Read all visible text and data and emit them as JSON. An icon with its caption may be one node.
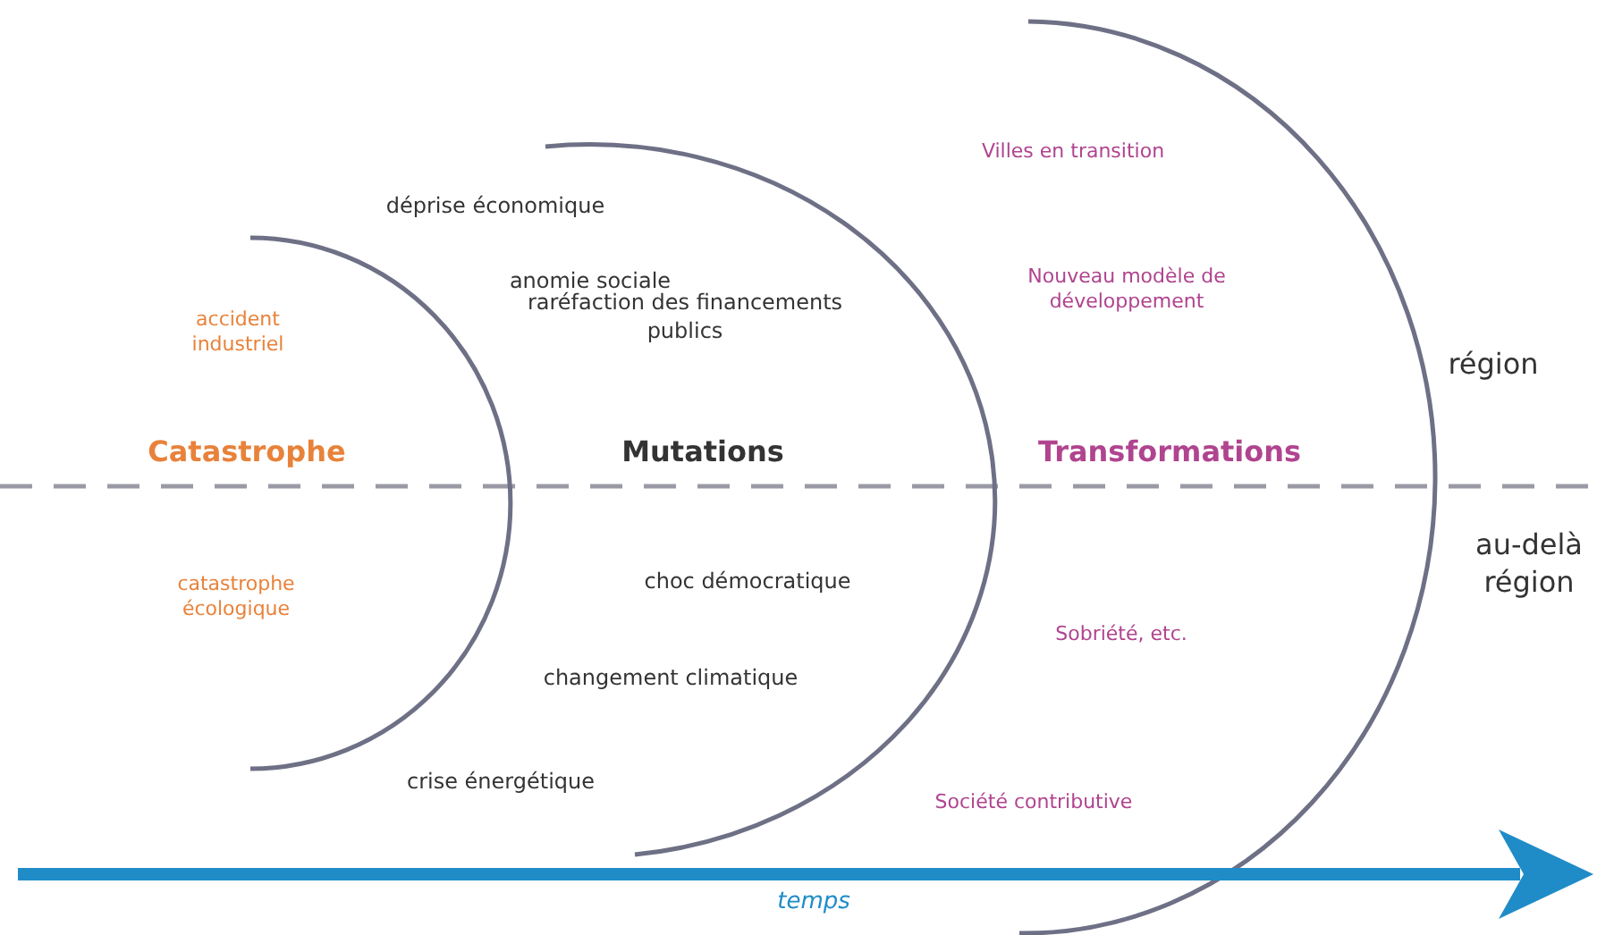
{
  "diagram": {
    "labels": [
      "Villes en transition",
      "déprise économique",
      "Nouveau modèle de développement",
      "anomie sociale",
      "accident industriel",
      "raréfaction des financements publics",
      "région",
      "Catastrophe",
      "Mutations",
      "Transformations",
      "choc démocratique",
      "au-delà région",
      "catastrophe écologique",
      "Sobriété, etc.",
      "changement climatique",
      "crise énergétique",
      "Société contributive",
      "temps"
    ]
  }
}
